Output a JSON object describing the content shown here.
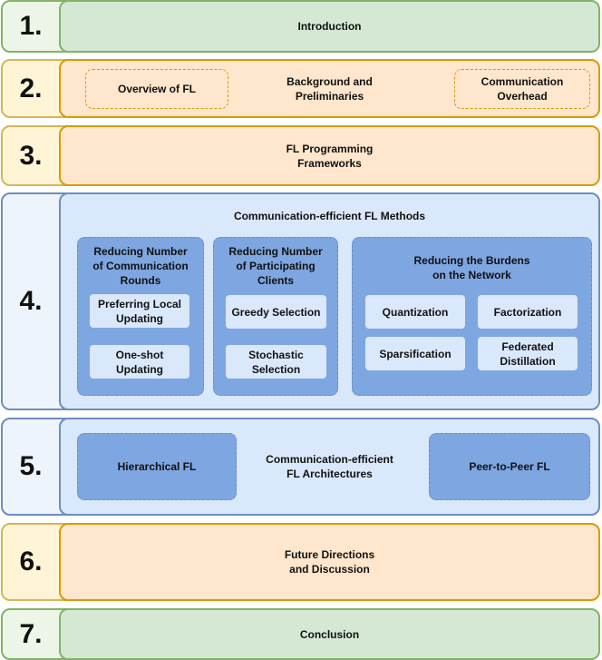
{
  "sections": [
    {
      "number": "1.",
      "title": "Introduction"
    },
    {
      "number": "2.",
      "title": "Background and\nPreliminaries",
      "left_box": "Overview of FL",
      "right_box": "Communication\nOverhead"
    },
    {
      "number": "3.",
      "title": "FL Programming\nFrameworks"
    },
    {
      "number": "4.",
      "title": "Communication-efficient FL Methods",
      "groups": [
        {
          "title": "Reducing Number\nof Communication\nRounds",
          "items": [
            "Preferring Local\nUpdating",
            "One-shot\nUpdating"
          ]
        },
        {
          "title": "Reducing Number\nof Participating\nClients",
          "items": [
            "Greedy Selection",
            "Stochastic\nSelection"
          ]
        },
        {
          "title": "Reducing the Burdens\non the Network",
          "items": [
            "Quantization",
            "Factorization",
            "Sparsification",
            "Federated\nDistillation"
          ]
        }
      ]
    },
    {
      "number": "5.",
      "title": "Communication-efficient\nFL Architectures",
      "left_box": "Hierarchical FL",
      "right_box": "Peer-to-Peer FL"
    },
    {
      "number": "6.",
      "title": "Future Directions\nand Discussion"
    },
    {
      "number": "7.",
      "title": "Conclusion"
    }
  ],
  "colors": {
    "green_fill": "#d5e8d4",
    "green_border": "#82b366",
    "orange_fill": "#ffe6cc",
    "orange_border": "#d79b00",
    "yellow_border": "#d6b656",
    "blue_fill": "#dae8fc",
    "blue_border": "#6c8ebf",
    "blue_group": "#7ea6e0"
  }
}
